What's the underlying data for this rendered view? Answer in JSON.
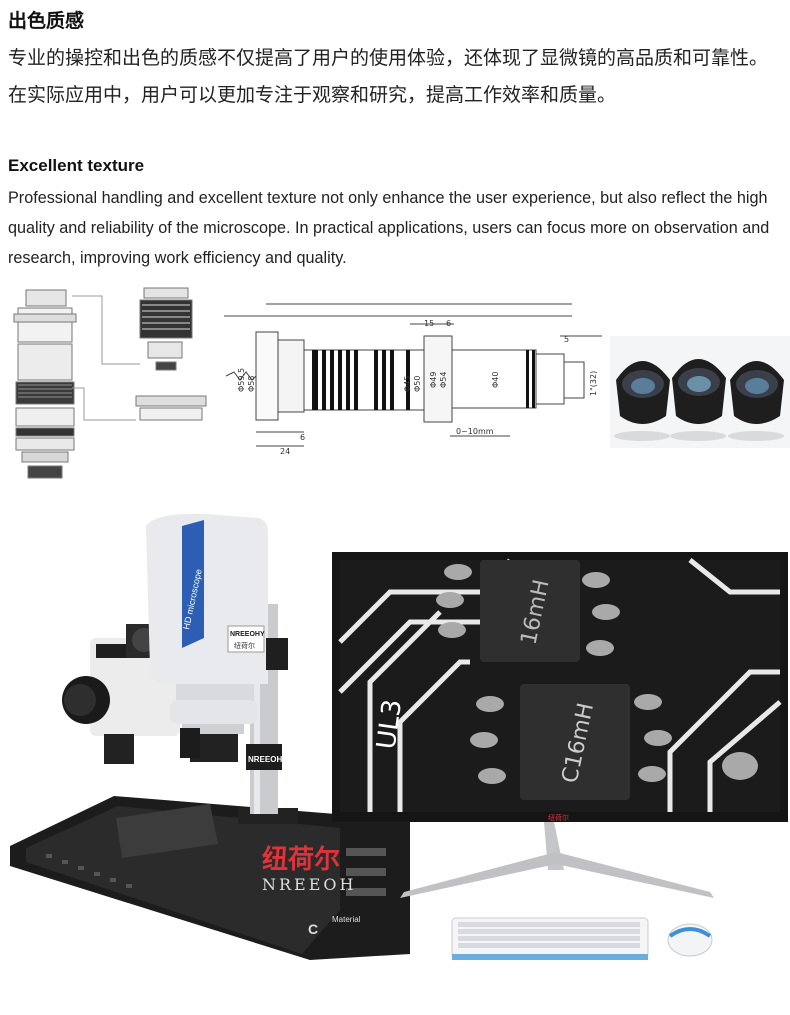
{
  "heading_zh": "出色质感",
  "body_zh": "专业的操控和出色的质感不仅提高了用户的使用体验，还体现了显微镜的高品质和可靠性。在实际应用中，用户可以更加专注于观察和研究，提高工作效率和质量。",
  "heading_en": "Excellent texture",
  "body_en": "Professional handling and excellent texture not only enhance the user experience, but also reflect the high quality and reliability of the microscope. In practical applications, users can focus more on observation and research, improving work efficiency and quality.",
  "dimension_labels": {
    "d0": "15",
    "d1": "6",
    "d2": "5",
    "d3": "6",
    "d4": "24",
    "d5": "Φ59.5",
    "d6": "Φ58",
    "d7": "Φ45",
    "d8": "Φ50",
    "d9": "Φ40",
    "d10": "Φ49",
    "d11": "Φ54",
    "d12": "1\"(32)",
    "d13": "0~10mm"
  },
  "product": {
    "head_label": "HD microscope",
    "brand_en": "NREEOHY",
    "brand_zh": "纽荷尔",
    "post_label": "NREEOHY",
    "mat_logo_zh": "纽荷尔",
    "mat_logo_en": "NREEOH",
    "mat_side_text": "Material",
    "mat_letter": "C",
    "monitor_logo": "纽荷尔",
    "screen_text_1": "16mH",
    "screen_text_2": "C16mH",
    "screen_text_3": "UL3"
  },
  "colors": {
    "accent_blue": "#2c5fb3",
    "brand_red": "#e0323a",
    "mat_dark": "#1c1c1c",
    "pcb_dark": "#1b1b1b"
  }
}
